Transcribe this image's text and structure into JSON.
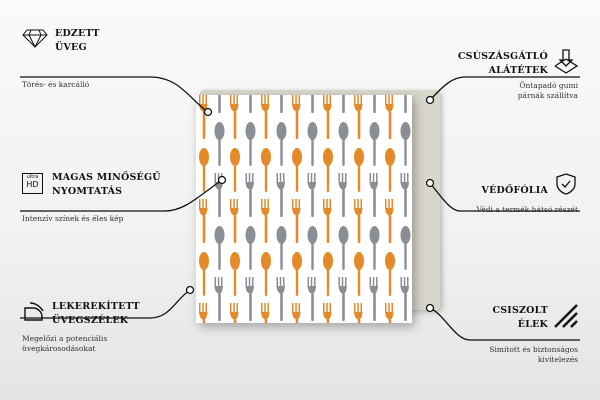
{
  "features": [
    {
      "title1": "EDZETT",
      "title2": "ÜVEG",
      "desc1": "Törés- és karcálló",
      "desc2": "",
      "icon": "diamond-icon"
    },
    {
      "title1": "MAGAS MINŐSÉGŰ",
      "title2": "NYOMTATÁS",
      "desc1": "Intenzív színek és éles kép",
      "desc2": "",
      "icon": "ultra-hd-icon",
      "icon_text1": "ultra",
      "icon_text2": "HD"
    },
    {
      "title1": "LEKEREKÍTETT",
      "title2": "ÜVEGSZÉLEK",
      "desc1": "Megelőzi a potenciális",
      "desc2": "üvegkárosodásokat",
      "icon": "rounded-corner-icon"
    },
    {
      "title1": "CSÚSZÁSGÁTLÓ",
      "title2": "ALÁTÉTEK",
      "desc1": "Öntapadó gumi",
      "desc2": "párnák szállítva",
      "icon": "pad-arrow-icon"
    },
    {
      "title1": "VÉDŐFÓLIA",
      "title2": "",
      "desc1": "Védi a termék hátsó részét",
      "desc2": "",
      "icon": "shield-check-icon"
    },
    {
      "title1": "CSISZOLT",
      "title2": "ÉLEK",
      "desc1": "Simított és biztonságos",
      "desc2": "kivitelezés",
      "icon": "polished-edge-icon"
    }
  ],
  "pattern_colors": [
    "#e8375a",
    "#e58a2a",
    "#6fc7d6",
    "#2b3a4a",
    "#8a8f96",
    "#1d8fa5"
  ]
}
